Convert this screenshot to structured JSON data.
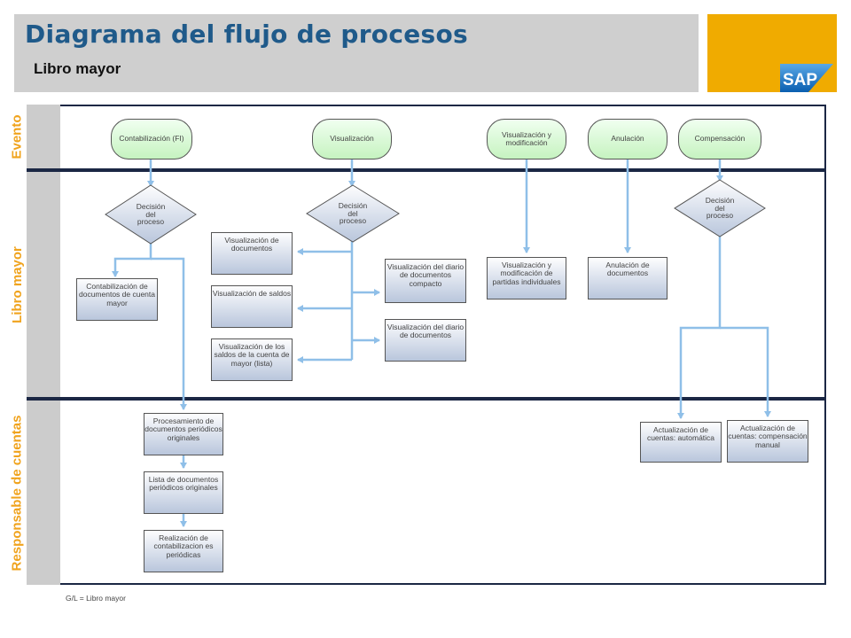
{
  "header": {
    "title": "Diagrama del flujo de procesos",
    "subtitle": "Libro mayor",
    "logo_text": "SAP"
  },
  "lanes": {
    "evento": "Evento",
    "libro_mayor": "Libro mayor",
    "responsable": "Responsable de cuentas"
  },
  "events": {
    "contabilizacion": "Contabilización (FI)",
    "visualizacion": "Visualización",
    "visualizacion_modificacion": "Visualización y modificación",
    "anulacion": "Anulación",
    "compensacion": "Compensación"
  },
  "gateways": {
    "g1": "Decisión del proceso",
    "g2": "Decisión del proceso",
    "g3": "Decisión del proceso"
  },
  "tasks": {
    "contab_doc_mayor": "Contabilización de documentos de cuenta mayor",
    "vis_documentos": "Visualización de documentos",
    "vis_saldos": "Visualización de saldos",
    "vis_saldos_lista": "Visualización de los saldos de la cuenta de mayor (lista)",
    "vis_diario_compacto": "Visualización del diario de documentos compacto",
    "vis_diario": "Visualización del diario de documentos",
    "vis_mod_partidas": "Visualización y modificación de partidas individuales",
    "anulacion_docs": "Anulación de documentos",
    "proc_periodicos": "Procesamiento de documentos periódicos originales",
    "lista_periodicos": "Lista de documentos periódicos originales",
    "realizacion_periodicas": "Realización de contabilizacion es periódicas",
    "act_automatica": "Actualización de cuentas: automática",
    "act_manual": "Actualización de cuentas: compensación manual"
  },
  "footnote": "G/L = Libro mayor",
  "colors": {
    "title": "#1f5a8a",
    "lane_label": "#f0a31d",
    "brand": "#f0ab00",
    "connector": "#8fbfe8",
    "lane_border": "#1b2744"
  }
}
